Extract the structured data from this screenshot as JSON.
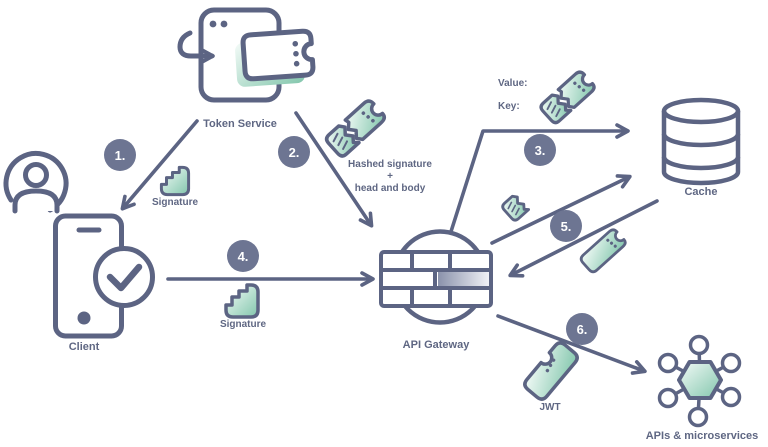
{
  "diagram": {
    "background": "#ffffff",
    "colors": {
      "outline": "#5c6483",
      "label_text": "#5f6783",
      "badge_fill": "#6d7592",
      "badge_text": "#ffffff",
      "accent_green": "#82c6ac",
      "accent_green_light": "#f0faf6"
    },
    "nodes": {
      "token_service": {
        "label": "Token Service",
        "icon": "browser-refresh-ticket-icon"
      },
      "client": {
        "label": "Client",
        "icon": "smartphone-check-icon"
      },
      "api_gateway": {
        "label": "API Gateway",
        "icon": "firewall-circle-icon"
      },
      "cache": {
        "label": "Cache",
        "icon": "database-cylinder-icon"
      },
      "apis_microservices": {
        "label": "APIs & microservices",
        "icon": "hexagon-network-icon"
      }
    },
    "steps": [
      "1.",
      "2.",
      "3.",
      "4.",
      "5.",
      "6."
    ],
    "annotations": {
      "signature_step1": "Signature",
      "hashed_line1": "Hashed signature",
      "hashed_plus": "+",
      "hashed_line2": "head and body",
      "value_label": "Value:",
      "key_label": "Key:",
      "signature_step4": "Signature",
      "jwt_label": "JWT"
    }
  }
}
